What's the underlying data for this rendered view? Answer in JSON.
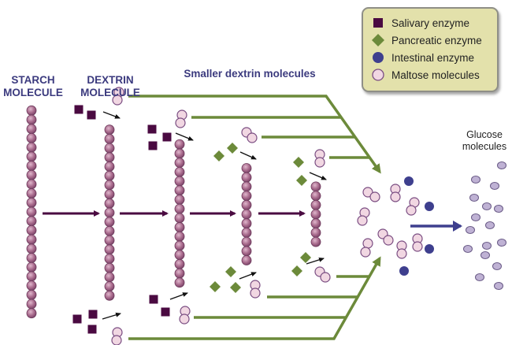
{
  "headers": {
    "starch": [
      "STARCH",
      "MOLECULE"
    ],
    "dextrin": [
      "DEXTRIN",
      "MOLECULE"
    ],
    "smaller_dextrin": "Smaller dextrin molecules",
    "glucose": [
      "Glucose",
      "molecules"
    ]
  },
  "legend": {
    "items": [
      {
        "label": "Salivary enzyme",
        "shape": "square",
        "color": "#4a0a41"
      },
      {
        "label": "Pancreatic enzyme",
        "shape": "diamond",
        "color": "#6c8a3a"
      },
      {
        "label": "Intestinal enzyme",
        "shape": "circle",
        "color": "#3e3f8e"
      },
      {
        "label": "Maltose molecules",
        "shape": "circle-outline",
        "color": "#f1d7e2"
      }
    ]
  },
  "colors": {
    "chain_bead": "#a86a8c",
    "chain_outline": "#6e3a5c",
    "main_arrow": "#4a0a41",
    "pathway_line": "#6c8a3a",
    "glucose_arrow": "#3e3f8e",
    "glucose_fill": "#bfb2d4",
    "glucose_outline": "#6a5b87",
    "maltose_fill": "#f1d7e2",
    "maltose_outline": "#7a4d82",
    "header_text": "#3b3a7e",
    "legend_bg": "#e3e1ab"
  },
  "chains": [
    {
      "name": "starch-chain",
      "beads": 23
    },
    {
      "name": "dextrin-chain",
      "beads": 19
    },
    {
      "name": "dextrin-chain-2",
      "beads": 16
    },
    {
      "name": "smaller-dextrin-chain",
      "beads": 11
    },
    {
      "name": "smaller-dextrin-chain-2",
      "beads": 7
    }
  ]
}
